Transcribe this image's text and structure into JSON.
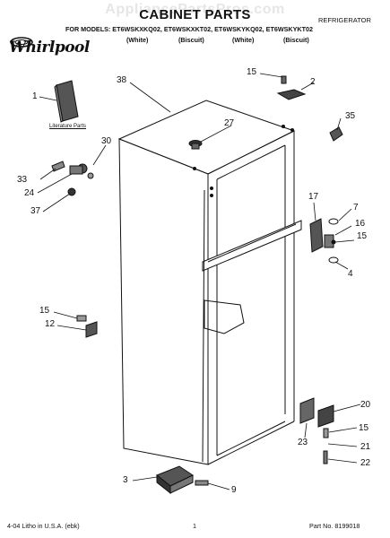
{
  "header": {
    "watermark": "AppliancePartsPros.com",
    "title": "CABINET PARTS",
    "category": "REFRIGERATOR",
    "models_line": "FOR MODELS: ET6WSKXKQ02, ET6WSKXKT02, ET6WSKYKQ02, ET6WSKYKT02",
    "colors": [
      "(White)",
      "(Biscuit)",
      "(White)",
      "(Biscuit)"
    ]
  },
  "brand": "Whirlpool",
  "literature_label": "Literature Parts",
  "callouts": {
    "c1": "1",
    "c2": "2",
    "c3": "3",
    "c4": "4",
    "c7": "7",
    "c9": "9",
    "c12": "12",
    "c15a": "15",
    "c15b": "15",
    "c15c": "15",
    "c15d": "15",
    "c16": "16",
    "c17": "17",
    "c20": "20",
    "c21": "21",
    "c22": "22",
    "c23": "23",
    "c24": "24",
    "c27": "27",
    "c30": "30",
    "c33": "33",
    "c35": "35",
    "c37": "37",
    "c38": "38"
  },
  "footer": {
    "left": "4-04 Litho in U.S.A. (ebk)",
    "center": "1",
    "right": "Part No. 8199018"
  }
}
